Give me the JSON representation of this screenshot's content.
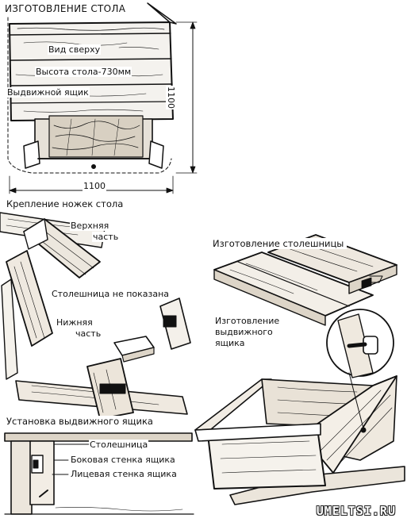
{
  "title": "ИЗГОТОВЛЕНИЕ СТОЛА",
  "top_view": {
    "view_label": "Вид сверху",
    "height_label": "Высота стола-730мм",
    "drawer_label": "Выдвижной ящик",
    "dim_width": "1100",
    "dim_height": "1100"
  },
  "legs": {
    "header": "Крепление ножек стола",
    "upper_part": [
      "Верхняя",
      "часть"
    ],
    "top_not_shown": "Столешница не показана",
    "lower_part": [
      "Нижняя",
      "часть"
    ]
  },
  "tabletop": {
    "header": "Изготовление столешницы"
  },
  "drawer_making": {
    "label": [
      "Изготовление",
      "выдвижного",
      "ящика"
    ]
  },
  "drawer_install": {
    "header": "Установка выдвижного ящика",
    "labels": [
      "Столешница",
      "Боковая стенка ящика",
      "Лицевая стенка ящика"
    ]
  },
  "watermark": "UMELTSI.RU"
}
